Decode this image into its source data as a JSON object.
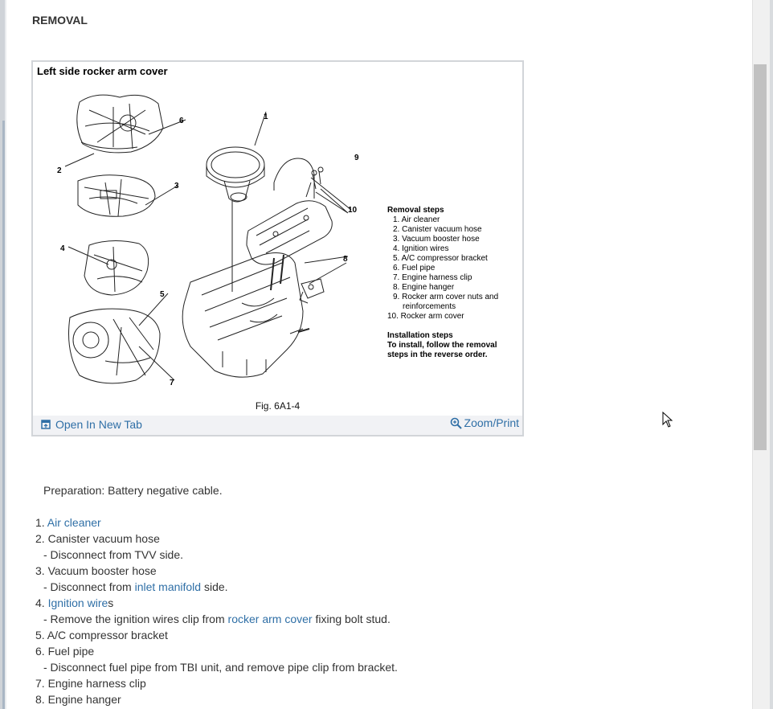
{
  "page": {
    "heading": "REMOVAL"
  },
  "figure": {
    "title": "Left side rocker arm cover",
    "caption": "Fig. 6A1-4",
    "callouts": [
      "1",
      "2",
      "3",
      "4",
      "5",
      "6",
      "7",
      "8",
      "9",
      "10"
    ],
    "removal_steps_title": "Removal steps",
    "removal_steps": [
      "1. Air cleaner",
      "2. Canister vacuum hose",
      "3. Vacuum booster hose",
      "4. Ignition wires",
      "5. A/C compressor bracket",
      "6. Fuel pipe",
      "7. Engine harness clip",
      "8. Engine hanger",
      "9. Rocker arm cover nuts and",
      "reinforcements",
      "10. Rocker arm cover"
    ],
    "installation_title": "Installation steps",
    "installation_lines": [
      "To install, follow the removal",
      "steps in the reverse order."
    ],
    "open_tab_label": "Open In New Tab",
    "zoom_print_label": "Zoom/Print"
  },
  "procedure": {
    "preparation": "Preparation: Battery negative cable.",
    "s1_num": "1. ",
    "s1_link": "Air cleaner",
    "s2": "2. Canister vacuum hose",
    "s2_sub": "-  Disconnect from TVV side.",
    "s3": "3. Vacuum booster hose",
    "s3_sub_pre": "-  Disconnect from ",
    "s3_sub_link": "inlet manifold",
    "s3_sub_post": " side.",
    "s4_num": "4. ",
    "s4_link": "Ignition wire",
    "s4_post": "s",
    "s4_sub_pre": "-  Remove the ignition wires clip from ",
    "s4_sub_link": "rocker arm cover",
    "s4_sub_post": " fixing bolt stud.",
    "s5": "5. A/C compressor bracket",
    "s6": "6. Fuel pipe",
    "s6_sub": "-  Disconnect fuel pipe from TBI unit, and remove pipe clip from bracket.",
    "s7": "7. Engine harness clip",
    "s8": "8. Engine hanger"
  },
  "colors": {
    "link": "#2f6fa6",
    "text": "#333333",
    "scrollbar_thumb": "#c1c1c1"
  }
}
